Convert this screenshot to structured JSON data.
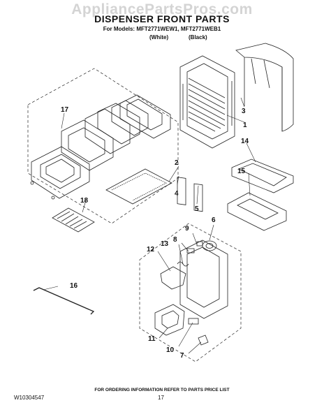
{
  "watermark": "AppliancePartsPros.com",
  "title": "DISPENSER FRONT PARTS",
  "models_line": "For Models: MFT2771WEW1, MFT2771WEB1",
  "color_white": "(White)",
  "color_black": "(Black)",
  "footer_note": "FOR ORDERING INFORMATION REFER TO PARTS PRICE LIST",
  "document_number": "W10304547",
  "page_number": "17",
  "callouts": [
    "1",
    "2",
    "3",
    "4",
    "5",
    "6",
    "7",
    "8",
    "9",
    "10",
    "11",
    "12",
    "13",
    "14",
    "15",
    "16",
    "17",
    "18"
  ]
}
